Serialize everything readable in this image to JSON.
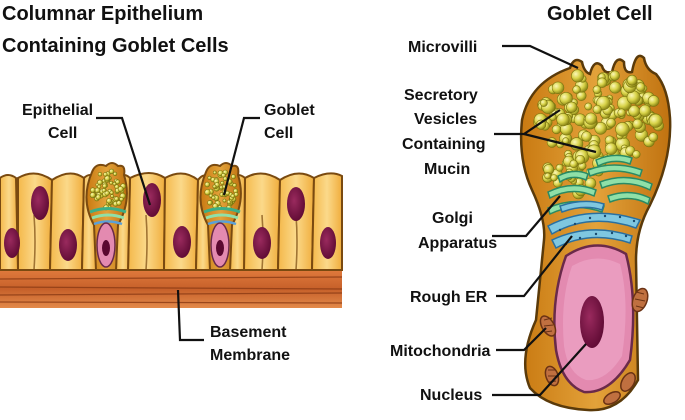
{
  "left_panel": {
    "title_line1": "Columnar Epithelium",
    "title_line2": "Containing Goblet Cells",
    "labels": {
      "epithelial_line1": "Epithelial",
      "epithelial_line2": "Cell",
      "goblet_line1": "Goblet",
      "goblet_line2": "Cell",
      "basement_line1": "Basement",
      "basement_line2": "Membrane"
    }
  },
  "right_panel": {
    "title": "Goblet Cell",
    "labels": {
      "microvilli": "Microvilli",
      "vesicles_line1": "Secretory",
      "vesicles_line2": "Vesicles",
      "vesicles_line3": "Containing",
      "vesicles_line4": "Mucin",
      "golgi_line1": "Golgi",
      "golgi_line2": "Apparatus",
      "rough_er": "Rough ER",
      "mitochondria": "Mitochondria",
      "nucleus": "Nucleus"
    }
  },
  "colors": {
    "cell_fill": "#f7c766",
    "cell_outline": "#7a4a10",
    "nucleus": "#6e0e3c",
    "goblet_body": "#d98f1c",
    "vesicle": "#d9d44a",
    "golgi": "#8fe0a8",
    "rough_er": "#7fc7e0",
    "nucleus_envelope": "#e38ab0",
    "mitochondria": "#c07040",
    "basement": "#d0703a"
  }
}
